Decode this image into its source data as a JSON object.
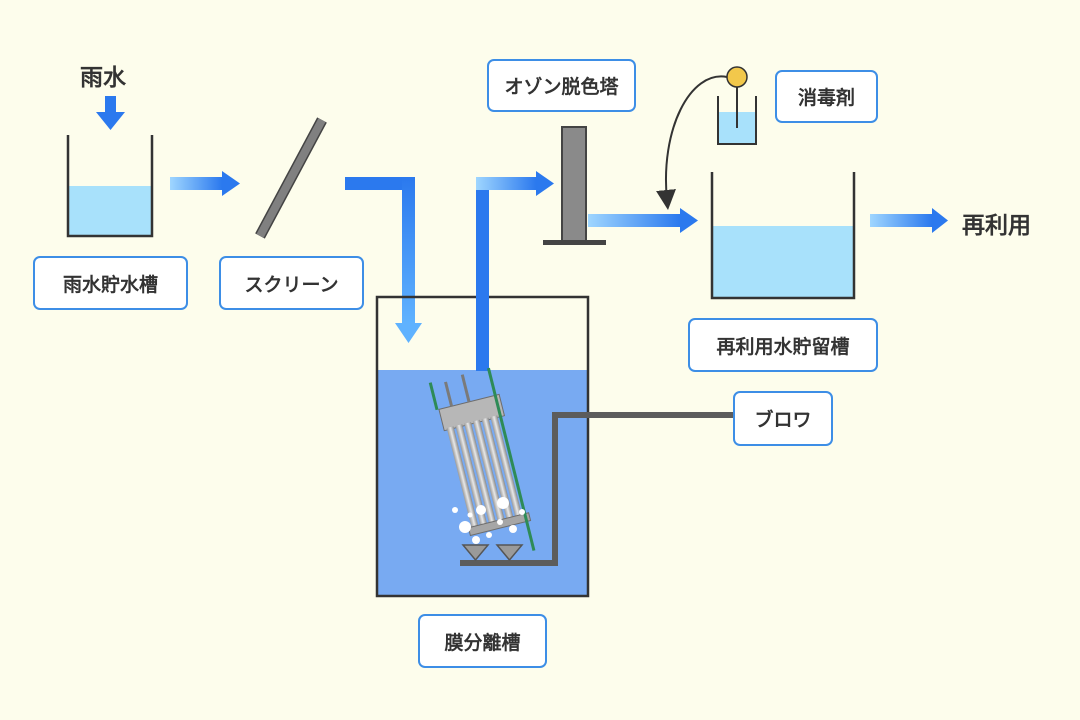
{
  "labels": {
    "rain": "雨水",
    "rain_tank": "雨水貯水槽",
    "screen": "スクリーン",
    "ozone_tower": "オゾン脱色塔",
    "disinfectant": "消毒剤",
    "reuse_tank": "再利用水貯留槽",
    "reuse": "再利用",
    "membrane_tank": "膜分離槽",
    "blower": "ブロワ"
  },
  "colors": {
    "background": "#fdfdec",
    "label_border": "#3d8ee6",
    "arrow_light": "#9fd6ff",
    "arrow_dark": "#2b79ee",
    "water_light": "#a8e1fb",
    "water_membrane": "#78aaf2",
    "pipe_gray": "#5c5c5c",
    "disinfectant_bulb": "#f2c84b"
  },
  "icons": [
    "down-arrow-icon",
    "flow-arrow-icon",
    "membrane-module-icon",
    "diffuser-icon"
  ]
}
